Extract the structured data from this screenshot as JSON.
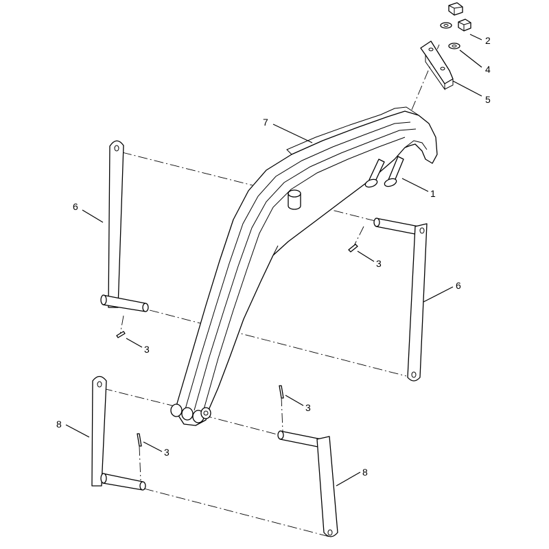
{
  "diagram": {
    "callouts": [
      {
        "id": "c1",
        "part": "1"
      },
      {
        "id": "c2",
        "part": "2"
      },
      {
        "id": "c4",
        "part": "4"
      },
      {
        "id": "c5",
        "part": "5"
      },
      {
        "id": "c7",
        "part": "7"
      },
      {
        "id": "c6a",
        "part": "6"
      },
      {
        "id": "c3a",
        "part": "3"
      },
      {
        "id": "c6b",
        "part": "6"
      },
      {
        "id": "c3b",
        "part": "3"
      },
      {
        "id": "c3c",
        "part": "3"
      },
      {
        "id": "c8a",
        "part": "8"
      },
      {
        "id": "c3d",
        "part": "3"
      },
      {
        "id": "c8b",
        "part": "8"
      }
    ]
  }
}
